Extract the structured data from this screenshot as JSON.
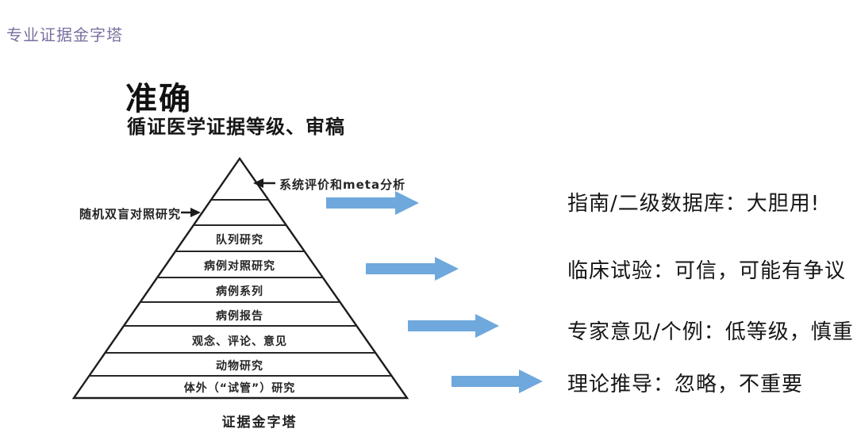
{
  "header": {
    "label": "专业证据金字塔"
  },
  "title": {
    "heading": "准确",
    "subheading": "循证医学证据等级、审稿"
  },
  "pyramid": {
    "caption": "证据金字塔",
    "top_label": "系统评价和meta分析",
    "left_label": "随机双盲对照研究",
    "levels": [
      "队列研究",
      "病例对照研究",
      "病例系列",
      "病例报告",
      "观念、评论、意见",
      "动物研究",
      "体外（“试管”）研究"
    ]
  },
  "annotations": [
    "指南/二级数据库：大胆用!",
    "临床试验：可信，可能有争议",
    "专家意见/个例：低等级，慎重",
    "理论推导：忽略，不重要"
  ],
  "colors": {
    "arrow_blue": "#6FA8DC",
    "header_purple": "#7B6FA0",
    "ink": "#1E1E1E"
  }
}
